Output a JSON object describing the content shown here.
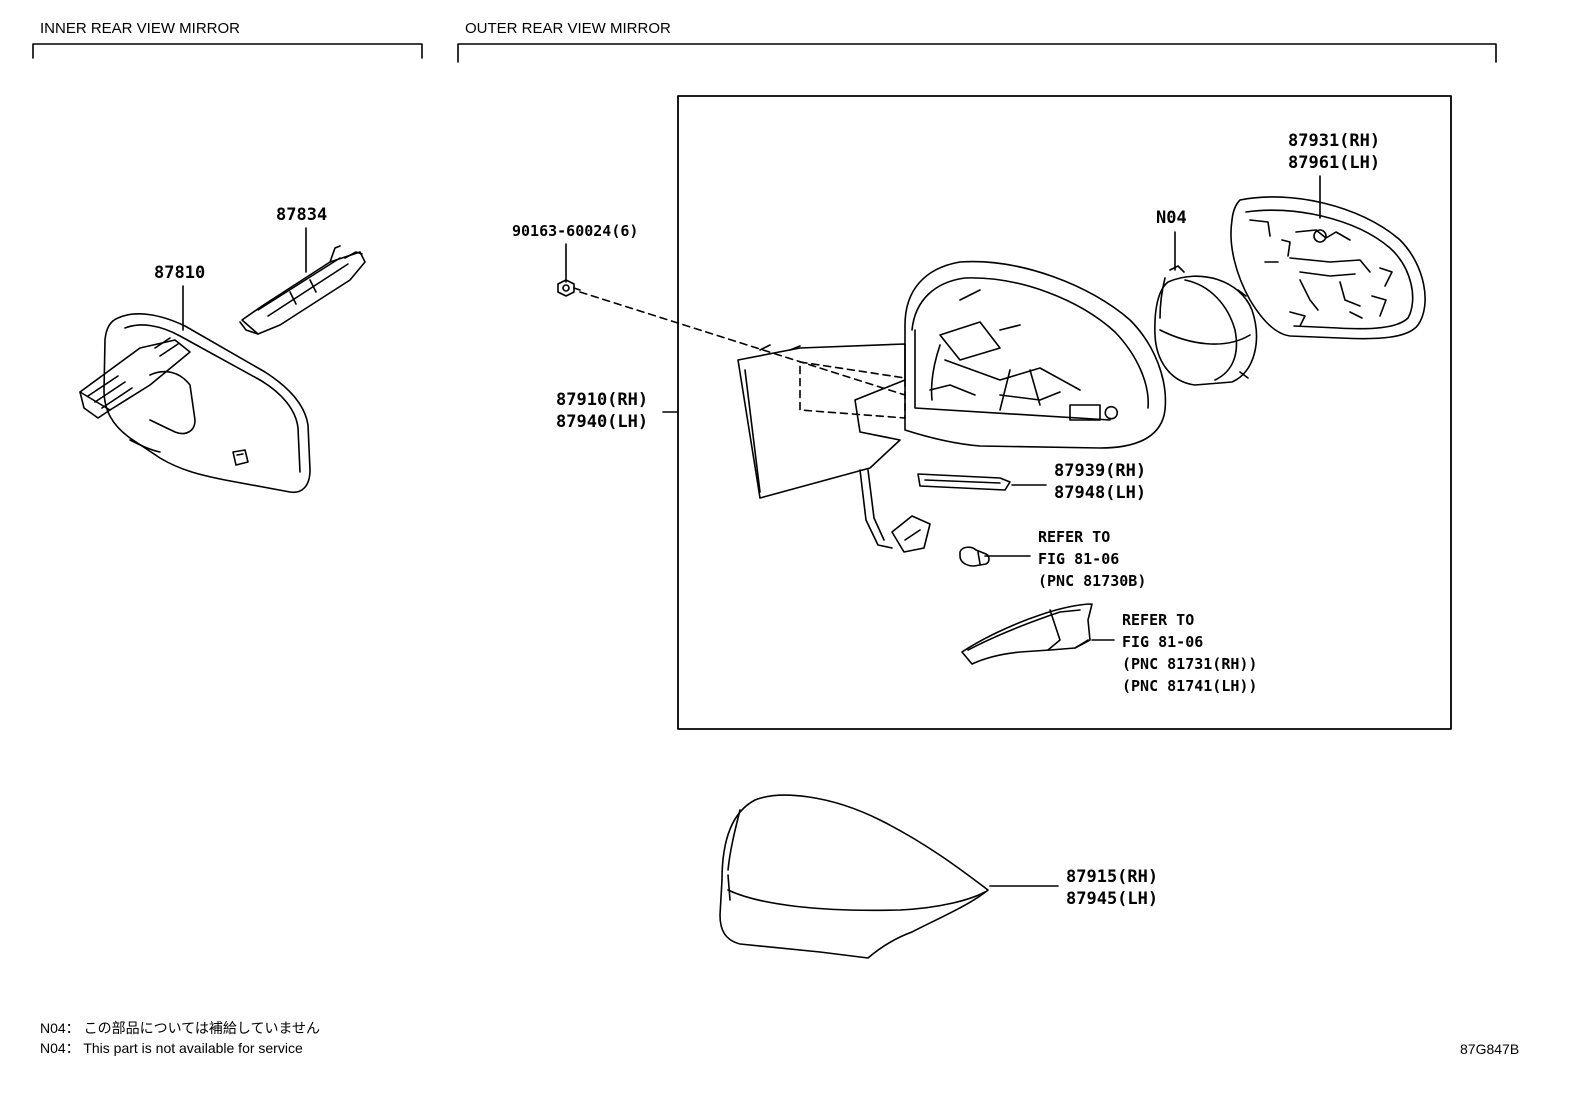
{
  "sections": {
    "inner_title": "INNER REAR VIEW MIRROR",
    "outer_title": "OUTER REAR VIEW MIRROR"
  },
  "parts": {
    "p87834": "87834",
    "p87810": "87810",
    "p90163": "90163-60024(6)",
    "p87910": "87910(RH)",
    "p87940": "87940(LH)",
    "p87931": "87931(RH)",
    "p87961": "87961(LH)",
    "pN04": "N04",
    "p87939": "87939(RH)",
    "p87948": "87948(LH)",
    "p87915": "87915(RH)",
    "p87945": "87945(LH)"
  },
  "refs": {
    "ref1": [
      "REFER TO",
      "FIG 81-06",
      "(PNC 81730B)"
    ],
    "ref2": [
      "REFER TO",
      "FIG 81-06",
      "(PNC 81731(RH))",
      "(PNC 81741(LH))"
    ]
  },
  "notes": {
    "jp": "N04： この部品については補給していません",
    "en": "N04： This part is not available for service"
  },
  "illustration_id": "87G847B"
}
